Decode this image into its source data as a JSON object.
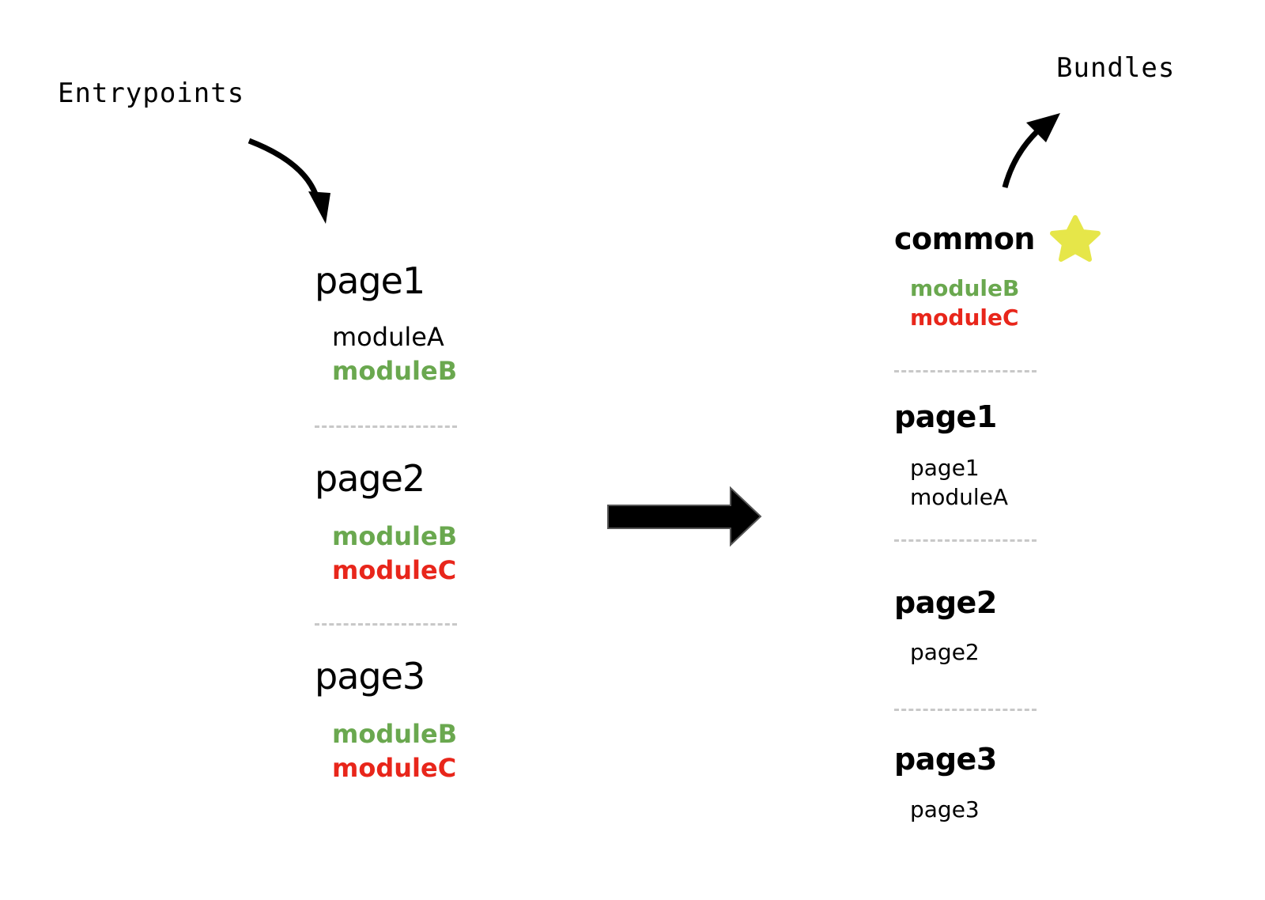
{
  "labels": {
    "entrypoints": "Entrypoints",
    "bundles": "Bundles"
  },
  "entrypoints": [
    {
      "title": "page1",
      "modules": [
        {
          "name": "moduleA",
          "color": "#000000",
          "bold": false
        },
        {
          "name": "moduleB",
          "color": "#6aa84f",
          "bold": true
        }
      ]
    },
    {
      "title": "page2",
      "modules": [
        {
          "name": "moduleB",
          "color": "#6aa84f",
          "bold": true
        },
        {
          "name": "moduleC",
          "color": "#e8261b",
          "bold": true
        }
      ]
    },
    {
      "title": "page3",
      "modules": [
        {
          "name": "moduleB",
          "color": "#6aa84f",
          "bold": true
        },
        {
          "name": "moduleC",
          "color": "#e8261b",
          "bold": true
        }
      ]
    }
  ],
  "bundles": [
    {
      "title": "common",
      "icon": "star-icon",
      "modules": [
        {
          "name": "moduleB",
          "color": "#6aa84f",
          "bold": true
        },
        {
          "name": "moduleC",
          "color": "#e8261b",
          "bold": true
        }
      ]
    },
    {
      "title": "page1",
      "modules": [
        {
          "name": "page1",
          "color": "#000000",
          "bold": false
        },
        {
          "name": "moduleA",
          "color": "#000000",
          "bold": false
        }
      ]
    },
    {
      "title": "page2",
      "modules": [
        {
          "name": "page2",
          "color": "#000000",
          "bold": false
        }
      ]
    },
    {
      "title": "page3",
      "modules": [
        {
          "name": "page3",
          "color": "#000000",
          "bold": false
        }
      ]
    }
  ],
  "colors": {
    "shared_module_b": "#6aa84f",
    "shared_module_c": "#e8261b",
    "star": "#e6e649",
    "divider": "#c8c8c8"
  }
}
